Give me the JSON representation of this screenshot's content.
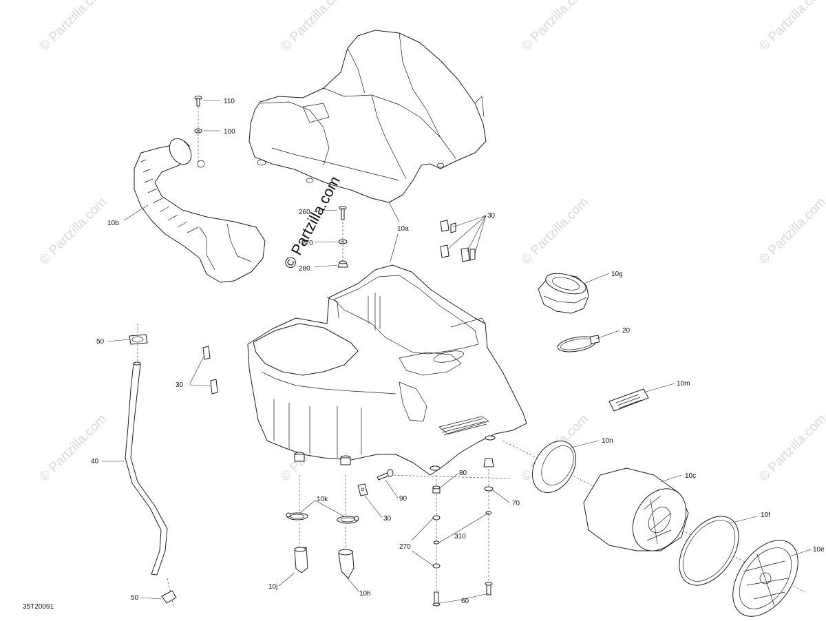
{
  "diagram_id": "35T20091",
  "watermark": {
    "main": "© Partzilla.com",
    "tile": "© Partzilla.com"
  },
  "callouts": [
    {
      "id": "c110",
      "text": "110"
    },
    {
      "id": "c100",
      "text": "100"
    },
    {
      "id": "c10b",
      "text": "10b"
    },
    {
      "id": "c260",
      "text": "260"
    },
    {
      "id": "c270a",
      "text": "270"
    },
    {
      "id": "c280",
      "text": "280"
    },
    {
      "id": "c10a",
      "text": "10a"
    },
    {
      "id": "c30a",
      "text": "30"
    },
    {
      "id": "c10g",
      "text": "10g"
    },
    {
      "id": "c20",
      "text": "20"
    },
    {
      "id": "c10m",
      "text": "10m"
    },
    {
      "id": "c50a",
      "text": "50"
    },
    {
      "id": "c30b",
      "text": "30"
    },
    {
      "id": "c40",
      "text": "40"
    },
    {
      "id": "c10n",
      "text": "10n"
    },
    {
      "id": "c10c",
      "text": "10c"
    },
    {
      "id": "c80",
      "text": "80"
    },
    {
      "id": "c70",
      "text": "70"
    },
    {
      "id": "c90",
      "text": "90"
    },
    {
      "id": "c10k",
      "text": "10k"
    },
    {
      "id": "c30c",
      "text": "30"
    },
    {
      "id": "c310",
      "text": "310"
    },
    {
      "id": "c270b",
      "text": "270"
    },
    {
      "id": "c10f",
      "text": "10f"
    },
    {
      "id": "c10e",
      "text": "10e"
    },
    {
      "id": "c10j",
      "text": "10j"
    },
    {
      "id": "c10h",
      "text": "10h"
    },
    {
      "id": "c60",
      "text": "60"
    },
    {
      "id": "c50b",
      "text": "50"
    }
  ]
}
